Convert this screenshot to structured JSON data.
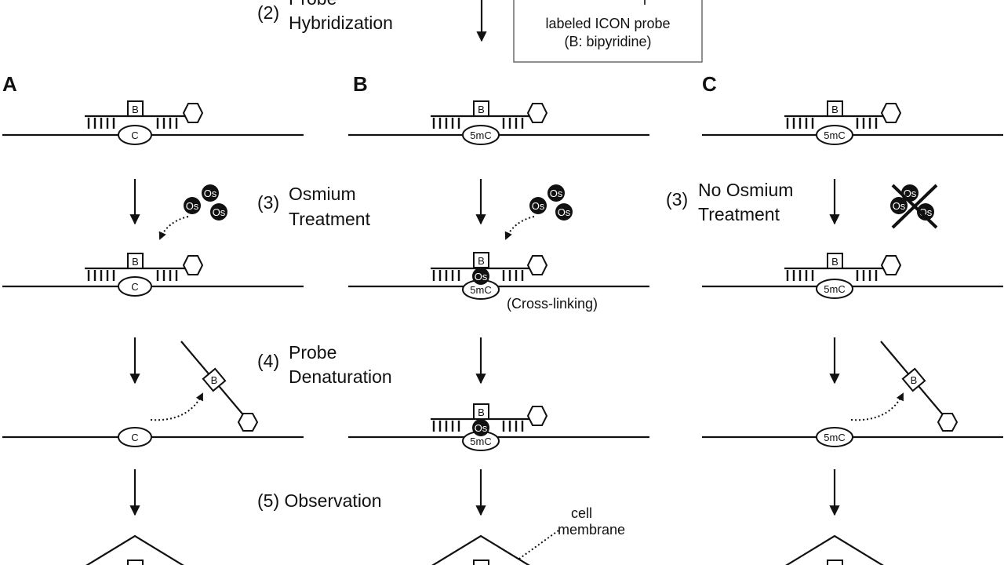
{
  "steps": {
    "s2_num": "(2)",
    "s2_line1": "Probe",
    "s2_line2": "Hybridization",
    "s3_num": "(3)",
    "s3_line1": "Osmium",
    "s3_line2": "Treatment",
    "s3c_num": "(3)",
    "s3c_line1": "No Osmium",
    "s3c_line2": "Treatment",
    "s4_num": "(4)",
    "s4_line1": "Probe",
    "s4_line2": "Denaturation",
    "s5": "(5) Observation"
  },
  "legend": {
    "line1": "labeled ICON probe",
    "line2": "(B: bipyridine)"
  },
  "panels": {
    "a": "A",
    "b": "B",
    "c": "C"
  },
  "labels": {
    "bipyridine": "B",
    "cytosine": "C",
    "methyl_cytosine": "5mC",
    "osmium": "Os",
    "cross_linking": "(Cross-linking)",
    "cell": "cell",
    "membrane": "membrane"
  }
}
